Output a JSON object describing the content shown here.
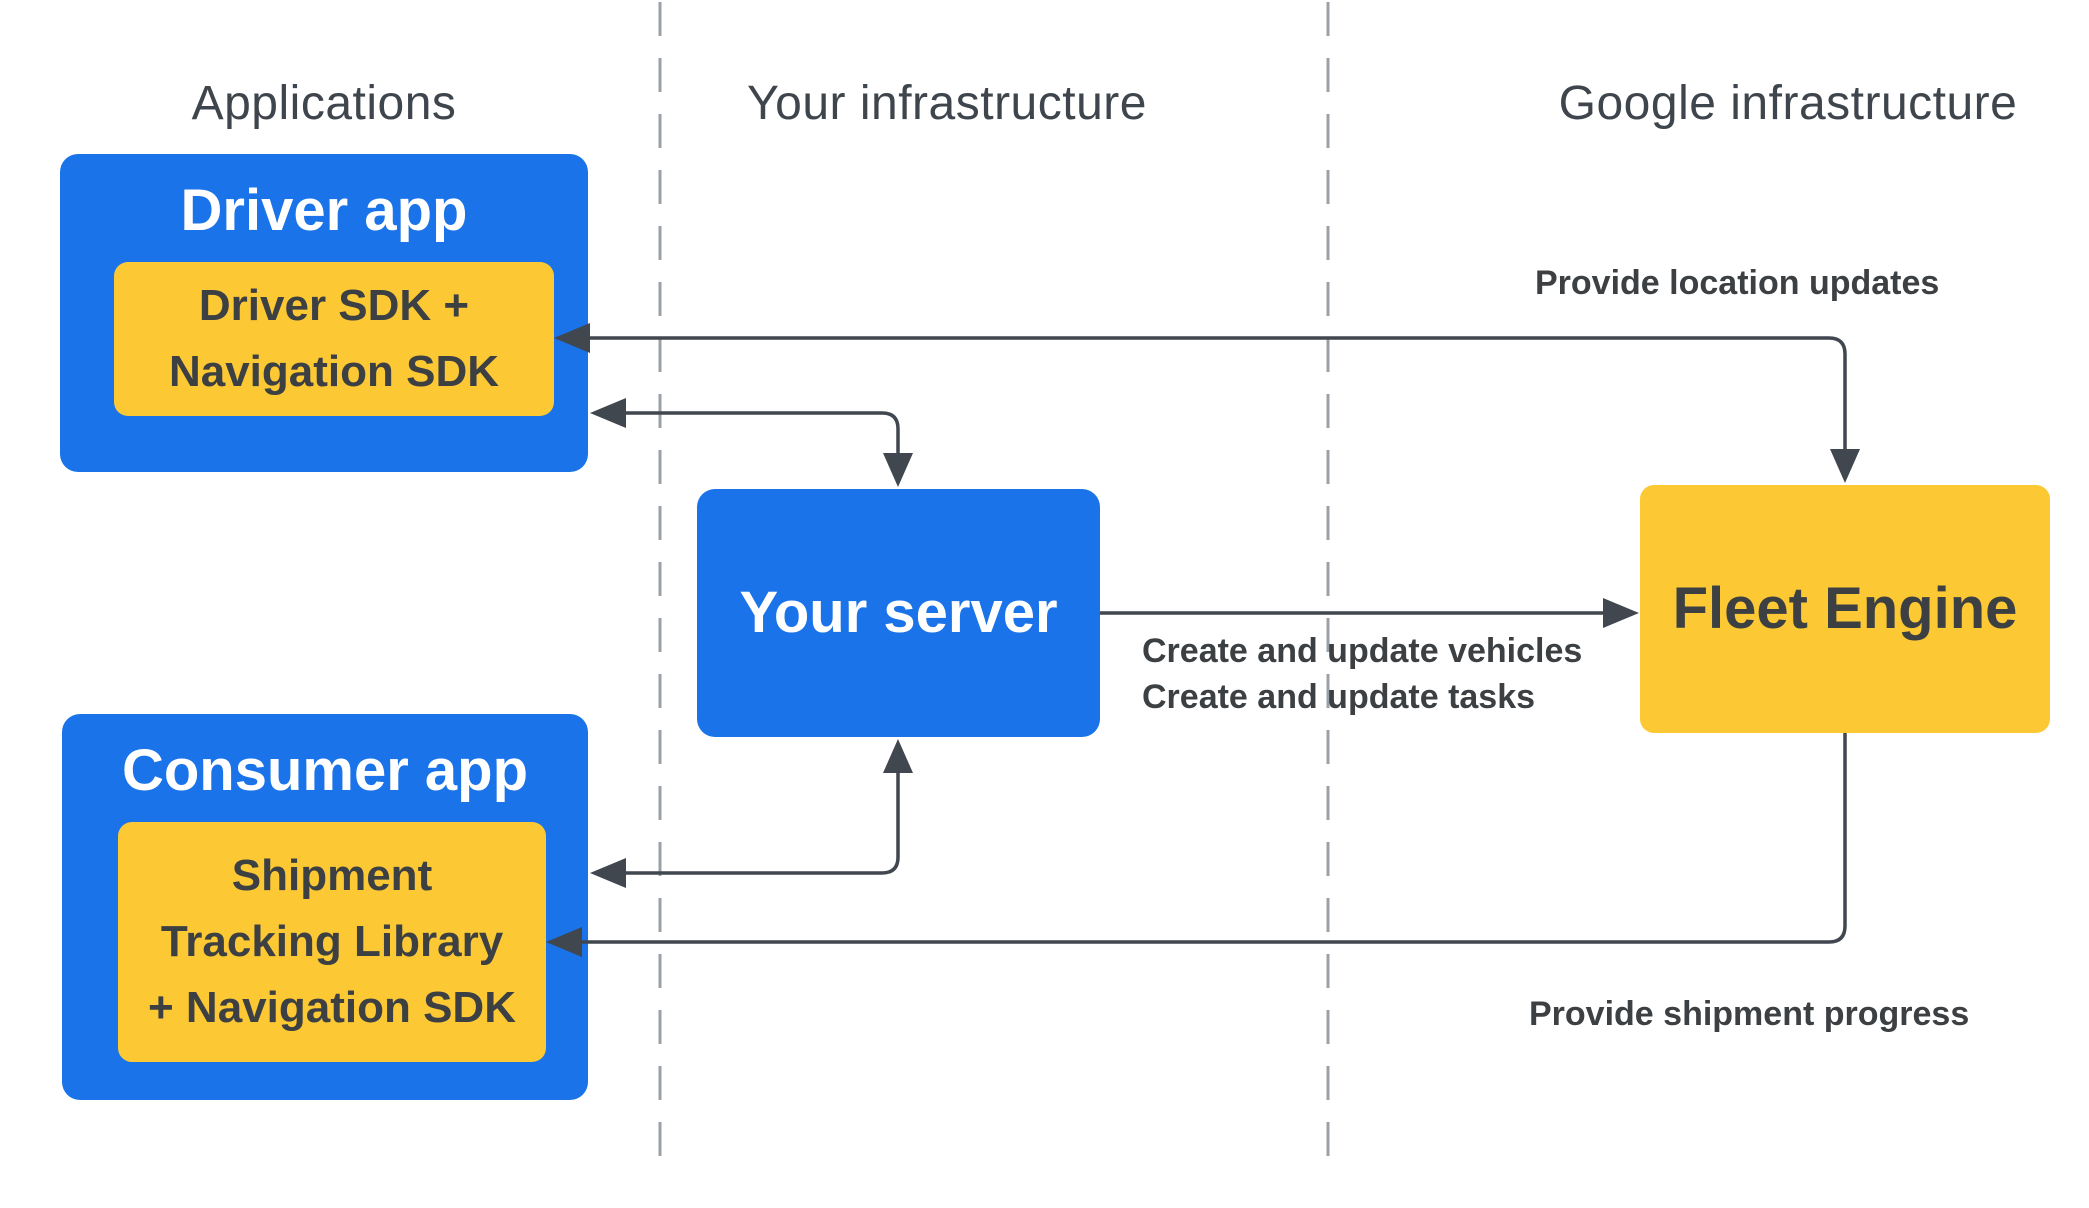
{
  "diagram": {
    "columns": [
      {
        "label": "Applications"
      },
      {
        "label": "Your infrastructure"
      },
      {
        "label": "Google infrastructure"
      }
    ],
    "nodes": {
      "driver_app": {
        "title": "Driver app",
        "sdk": "Driver SDK +\nNavigation SDK"
      },
      "consumer_app": {
        "title": "Consumer app",
        "sdk": "Shipment\nTracking Library\n+ Navigation SDK"
      },
      "your_server": {
        "title": "Your server"
      },
      "fleet_engine": {
        "title": "Fleet Engine"
      }
    },
    "edge_labels": {
      "location_updates": "Provide location updates",
      "create_vehicles": "Create and update vehicles",
      "create_tasks": "Create and update tasks",
      "shipment_progress": "Provide shipment progress"
    },
    "colors": {
      "blue": "#1a73e8",
      "yellow": "#fcc934",
      "line": "#40474f",
      "divider": "#9aa0a6",
      "header_text": "#3f454c",
      "label_text": "#3c4043"
    }
  }
}
